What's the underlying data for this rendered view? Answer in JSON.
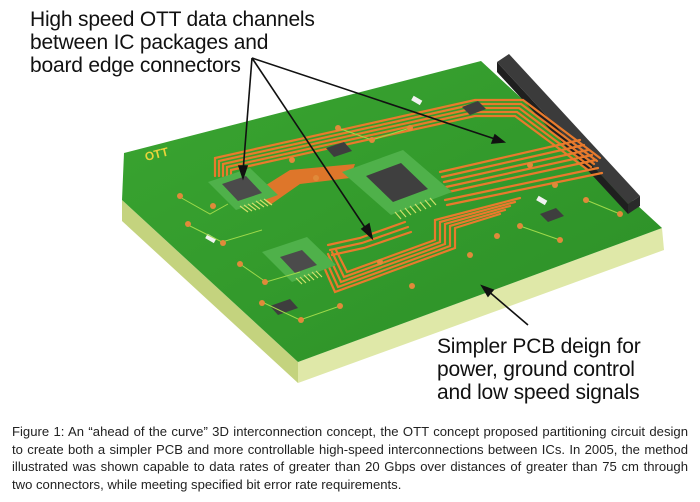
{
  "figure": {
    "callout_top": [
      "High speed OTT data channels",
      "between IC packages and",
      "board edge connectors"
    ],
    "callout_bottom": [
      "Simpler PCB deign for",
      "power, ground control",
      "and low speed signals"
    ],
    "board_logo": "OTT",
    "colors": {
      "board_top": "#35a12e",
      "board_edge": "#c9d98a",
      "trace": "#e8742a",
      "chip": "#4a4a4a",
      "connector": "#2c2c2c"
    }
  },
  "caption": "Figure 1: An “ahead of the curve” 3D interconnection concept, the OTT concept proposed partitioning circuit design to create both a simpler PCB and more controllable high-speed interconnections between ICs. In 2005, the method illustrated was shown capable to data rates of greater than 20 Gbps over distances of greater than 75 cm through two connectors, while meeting specified bit error rate requirements."
}
